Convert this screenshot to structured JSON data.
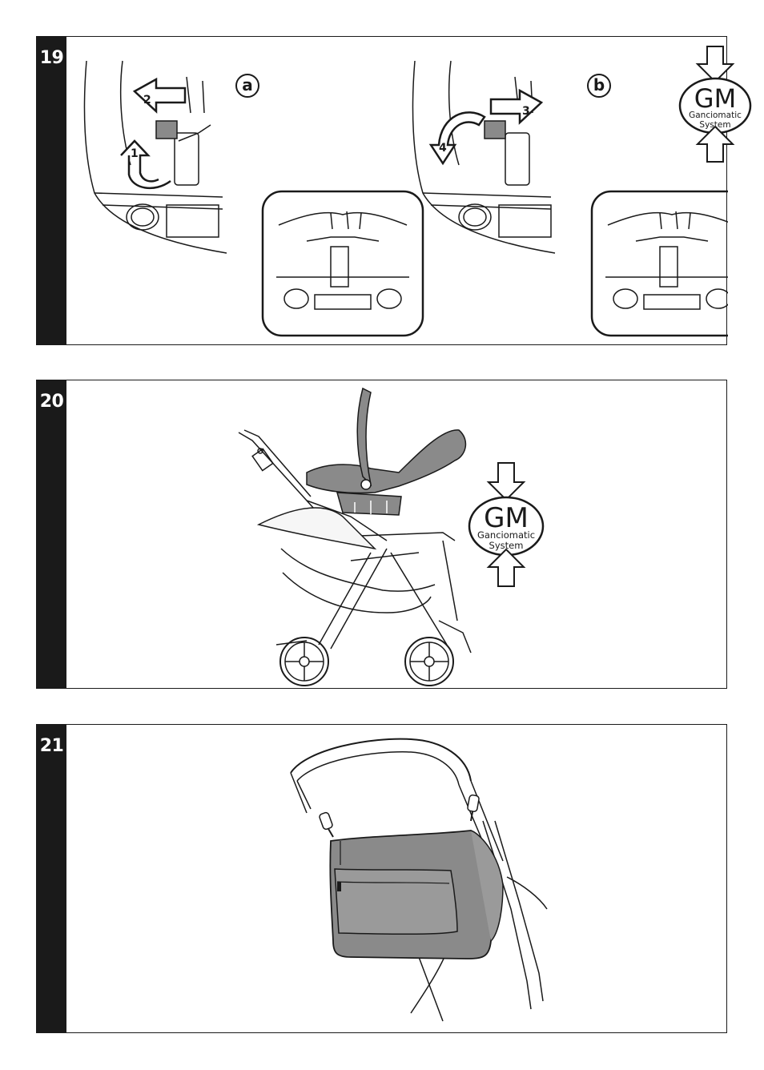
{
  "steps": [
    {
      "number": "19",
      "labels": [
        "a",
        "b"
      ],
      "arrows": [
        "2",
        "1",
        "3",
        "4"
      ]
    },
    {
      "number": "20"
    },
    {
      "number": "21"
    }
  ],
  "badge": {
    "big": "GM",
    "line1": "Ganciomatic",
    "line2": "System"
  },
  "icons": [
    "down-arrow-icon",
    "up-arrow-icon",
    "left-arrow-icon",
    "right-arrow-icon",
    "rotate-arrow-icon"
  ]
}
